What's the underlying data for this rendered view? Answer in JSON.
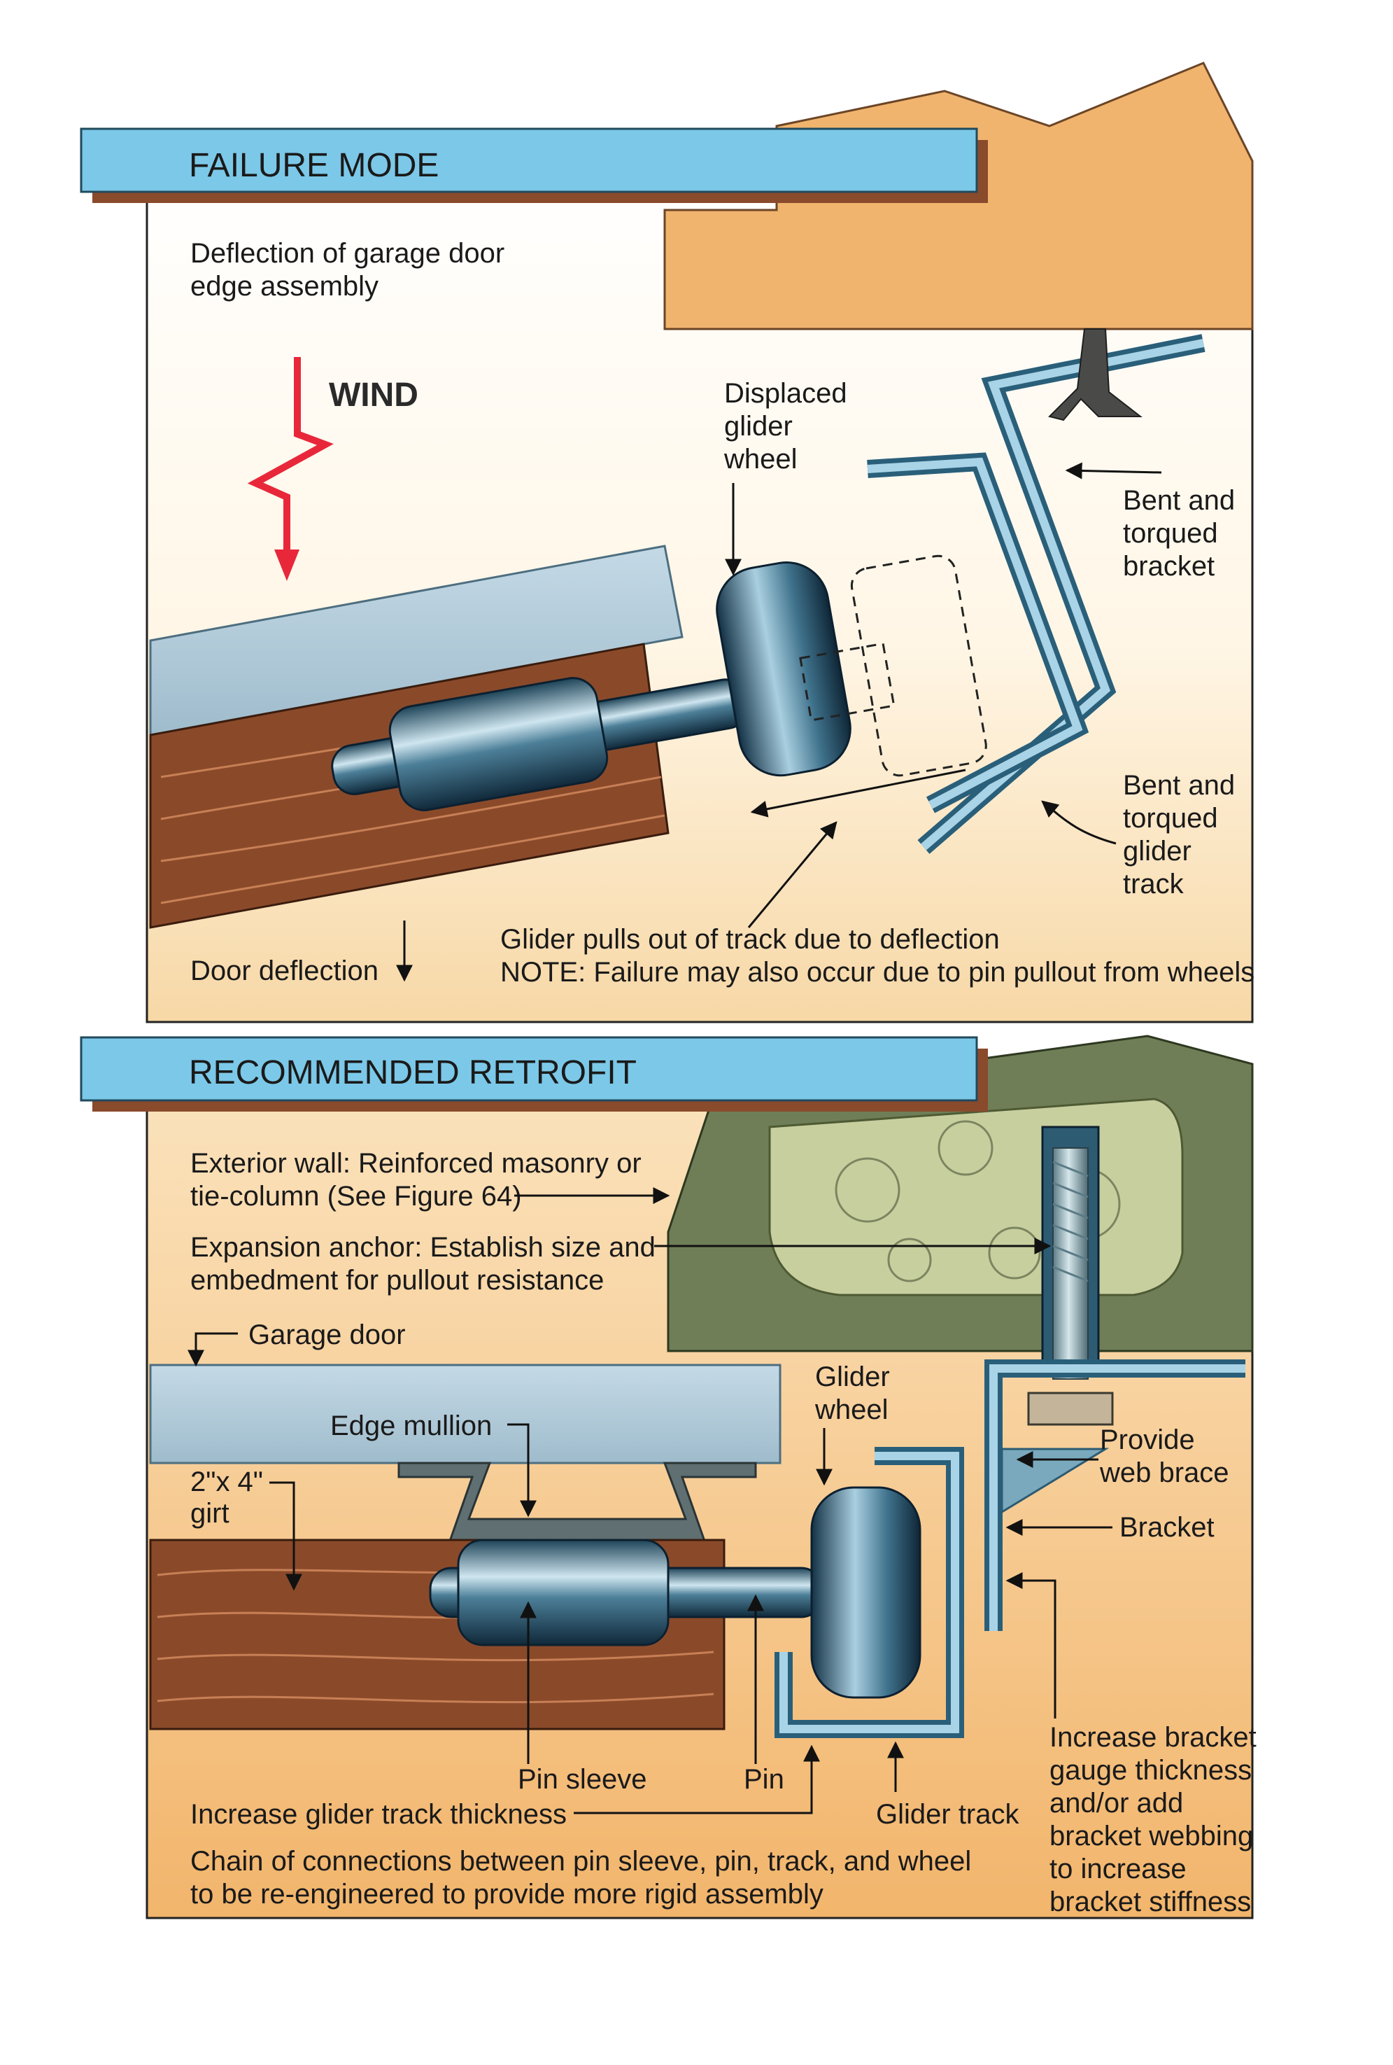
{
  "failure_mode": {
    "title": "FAILURE MODE",
    "caption_line1": "Deflection of garage door",
    "caption_line2": "edge assembly",
    "wind_label": "WIND",
    "displaced_glider_wheel": [
      "Displaced",
      "glider",
      "wheel"
    ],
    "bent_bracket": [
      "Bent and",
      "torqued",
      "bracket"
    ],
    "bent_track": [
      "Bent and",
      "torqued",
      "glider",
      "track"
    ],
    "door_deflection": "Door deflection",
    "glider_pulls_out": "Glider pulls out of track due to deflection",
    "note": "NOTE: Failure may also occur due to pin pullout from wheels"
  },
  "retrofit": {
    "title": "RECOMMENDED RETROFIT",
    "exterior_wall": [
      "Exterior wall: Reinforced masonry or",
      "tie-column (See Figure 64)"
    ],
    "expansion_anchor": [
      "Expansion anchor: Establish size and",
      "embedment for pullout resistance"
    ],
    "garage_door": "Garage door",
    "edge_mullion": "Edge mullion",
    "girt": [
      "2\"x 4\"",
      "girt"
    ],
    "glider_wheel": [
      "Glider",
      "wheel"
    ],
    "web_brace": [
      "Provide",
      "web brace"
    ],
    "bracket": "Bracket",
    "pin_sleeve": "Pin sleeve",
    "pin": "Pin",
    "glider_track": "Glider track",
    "increase_track": "Increase glider track thickness",
    "increase_bracket": [
      "Increase bracket",
      "gauge thickness",
      "and/or add",
      "bracket webbing",
      "to increase",
      "bracket stiffness"
    ],
    "chain": [
      "Chain of connections between pin sleeve, pin, track, and wheel",
      "to be re-engineered to provide more rigid assembly"
    ]
  },
  "colors": {
    "header_blue": "#7cc8e8",
    "header_shadow": "#8a4a2c",
    "wall_orange": "#f0b46e",
    "background_cream": "#fdf3df",
    "wood": "#8a4a2a",
    "steel": "#2d5b72",
    "concrete": "#6f7e56",
    "wind_arrow": "#e8283a"
  }
}
